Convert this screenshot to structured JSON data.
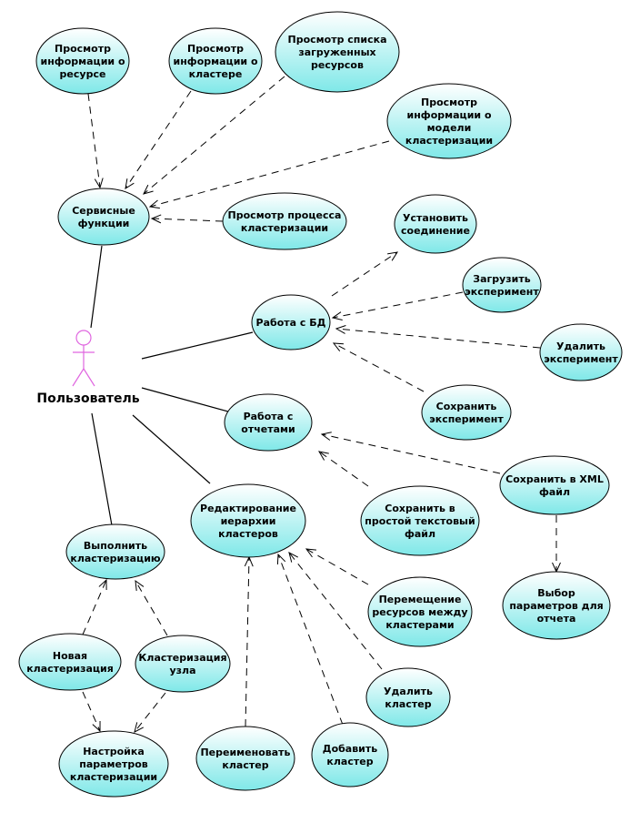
{
  "actor": {
    "name": "Пользователь"
  },
  "use_cases": {
    "res_info": [
      "Просмотр",
      "информации о",
      "ресурсе"
    ],
    "cluster_info": [
      "Просмотр",
      "информации о",
      "кластере"
    ],
    "res_list": [
      "Просмотр списка",
      "загруженных",
      "ресурсов"
    ],
    "model_info": [
      "Просмотр",
      "информации о",
      "модели",
      "кластеризации"
    ],
    "service": [
      "Сервисные",
      "функции"
    ],
    "process": [
      "Просмотр процесса",
      "кластеризации"
    ],
    "connect": [
      "Установить",
      "соединение"
    ],
    "load_exp": [
      "Загрузить",
      "эксперимент"
    ],
    "db": [
      "Работа с БД"
    ],
    "del_exp": [
      "Удалить",
      "эксперимент"
    ],
    "save_exp": [
      "Сохранить",
      "эксперимент"
    ],
    "reports": [
      "Работа с",
      "отчетами"
    ],
    "save_xml": [
      "Сохранить в XML",
      "файл"
    ],
    "save_txt": [
      "Сохранить в",
      "простой текстовый",
      "файл"
    ],
    "edit_hier": [
      "Редактирование",
      "иерархии",
      "кластеров"
    ],
    "report_params": [
      "Выбор",
      "параметров для",
      "отчета"
    ],
    "run_cluster": [
      "Выполнить",
      "кластеризацию"
    ],
    "move_res": [
      "Перемещение",
      "ресурсов между",
      "кластерами"
    ],
    "new_cluster": [
      "Новая",
      "кластеризация"
    ],
    "node_cluster": [
      "Кластеризация",
      "узла"
    ],
    "del_cluster": [
      "Удалить",
      "кластер"
    ],
    "setup_params": [
      "Настройка",
      "параметров",
      "кластеризации"
    ],
    "rename": [
      "Переименовать",
      "кластер"
    ],
    "add_cluster": [
      "Добавить",
      "кластер"
    ]
  },
  "colors": {
    "ellipse_top": "#ffffff",
    "ellipse_bottom": "#7fe8e8",
    "actor": "#e066e0",
    "line": "#000000"
  }
}
